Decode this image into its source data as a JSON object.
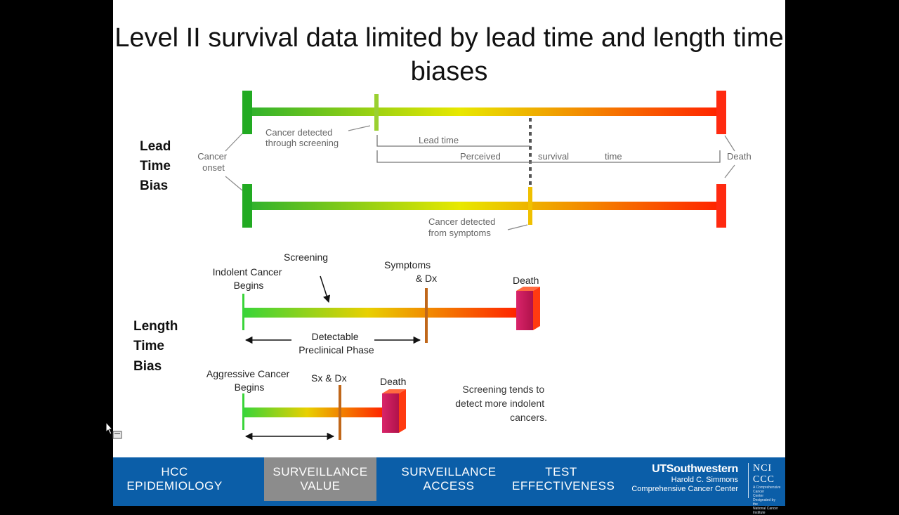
{
  "slide": {
    "title": "Level II survival data limited by lead time and length time biases"
  },
  "lead_time_bias": {
    "side_label": [
      "Lead",
      "Time",
      "Bias"
    ],
    "labels": {
      "cancer_onset": [
        "Cancer",
        "onset"
      ],
      "detected_screening": [
        "Cancer detected",
        "through screening"
      ],
      "lead_time": "Lead time",
      "perceived": "Perceived",
      "survival": "survival",
      "time": "time",
      "death": "Death",
      "detected_symptoms": [
        "Cancer detected",
        "from symptoms"
      ]
    }
  },
  "length_time_bias": {
    "side_label": [
      "Length",
      "Time",
      "Bias"
    ],
    "labels": {
      "screening": "Screening",
      "indolent_begins": [
        "Indolent Cancer",
        "Begins"
      ],
      "symptoms_dx": [
        "Symptoms",
        "& Dx"
      ],
      "death_top": "Death",
      "detectable_phase": [
        "Detectable",
        "Preclinical Phase"
      ],
      "aggressive_begins": [
        "Aggressive Cancer",
        "Begins"
      ],
      "sx_dx": "Sx & Dx",
      "death_bottom": "Death",
      "note": [
        "Screening tends to",
        "detect more indolent",
        "cancers."
      ]
    }
  },
  "footer": {
    "tabs": [
      {
        "line1": "HCC",
        "line2": "EPIDEMIOLOGY"
      },
      {
        "line1": "SURVEILLANCE",
        "line2": "VALUE"
      },
      {
        "line1": "SURVEILLANCE",
        "line2": "ACCESS"
      },
      {
        "line1": "TEST",
        "line2": "EFFECTIVENESS"
      }
    ],
    "active_tab": 1,
    "brand": {
      "name": "UTSouthwestern",
      "line2": "Harold C. Simmons",
      "line3": "Comprehensive Cancer Center"
    },
    "nci": {
      "abbr1": "NCI",
      "abbr2": "CCC",
      "small": [
        "A Comprehensive Cancer",
        "Center Designated by the",
        "National Cancer Institute"
      ]
    },
    "colors": {
      "bar": "#0b5ea8",
      "active_tab": "#8c8c8c"
    }
  }
}
